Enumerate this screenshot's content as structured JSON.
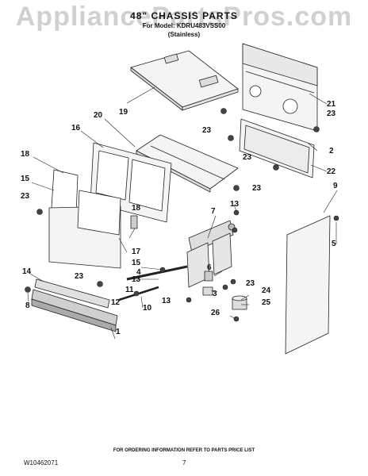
{
  "watermark": "AppliancePartsPros.com",
  "header": {
    "title": "48\" CHASSIS PARTS",
    "subtitle": "For Model: KDRU483VSS00",
    "variant": "(Stainless)"
  },
  "callouts": {
    "c1": "1",
    "c2": "2",
    "c3": "3",
    "c4": "4",
    "c5": "5",
    "c6": "6",
    "c7": "7",
    "c8": "8",
    "c9": "9",
    "c10": "10",
    "c11": "11",
    "c12": "12",
    "c13a": "13",
    "c13b": "13",
    "c13c": "13",
    "c14": "14",
    "c15a": "15",
    "c15b": "15",
    "c16": "16",
    "c17": "17",
    "c18a": "18",
    "c18b": "18",
    "c19": "19",
    "c20": "20",
    "c21": "21",
    "c22": "22",
    "c23a": "23",
    "c23b": "23",
    "c23c": "23",
    "c23d": "23",
    "c23e": "23",
    "c23f": "23",
    "c23g": "23",
    "c24": "24",
    "c25": "25",
    "c26": "26"
  },
  "footer": {
    "ordering_info": "FOR ORDERING INFORMATION REFER TO PARTS PRICE LIST",
    "doc_number": "W10462071",
    "page_number": "7"
  }
}
